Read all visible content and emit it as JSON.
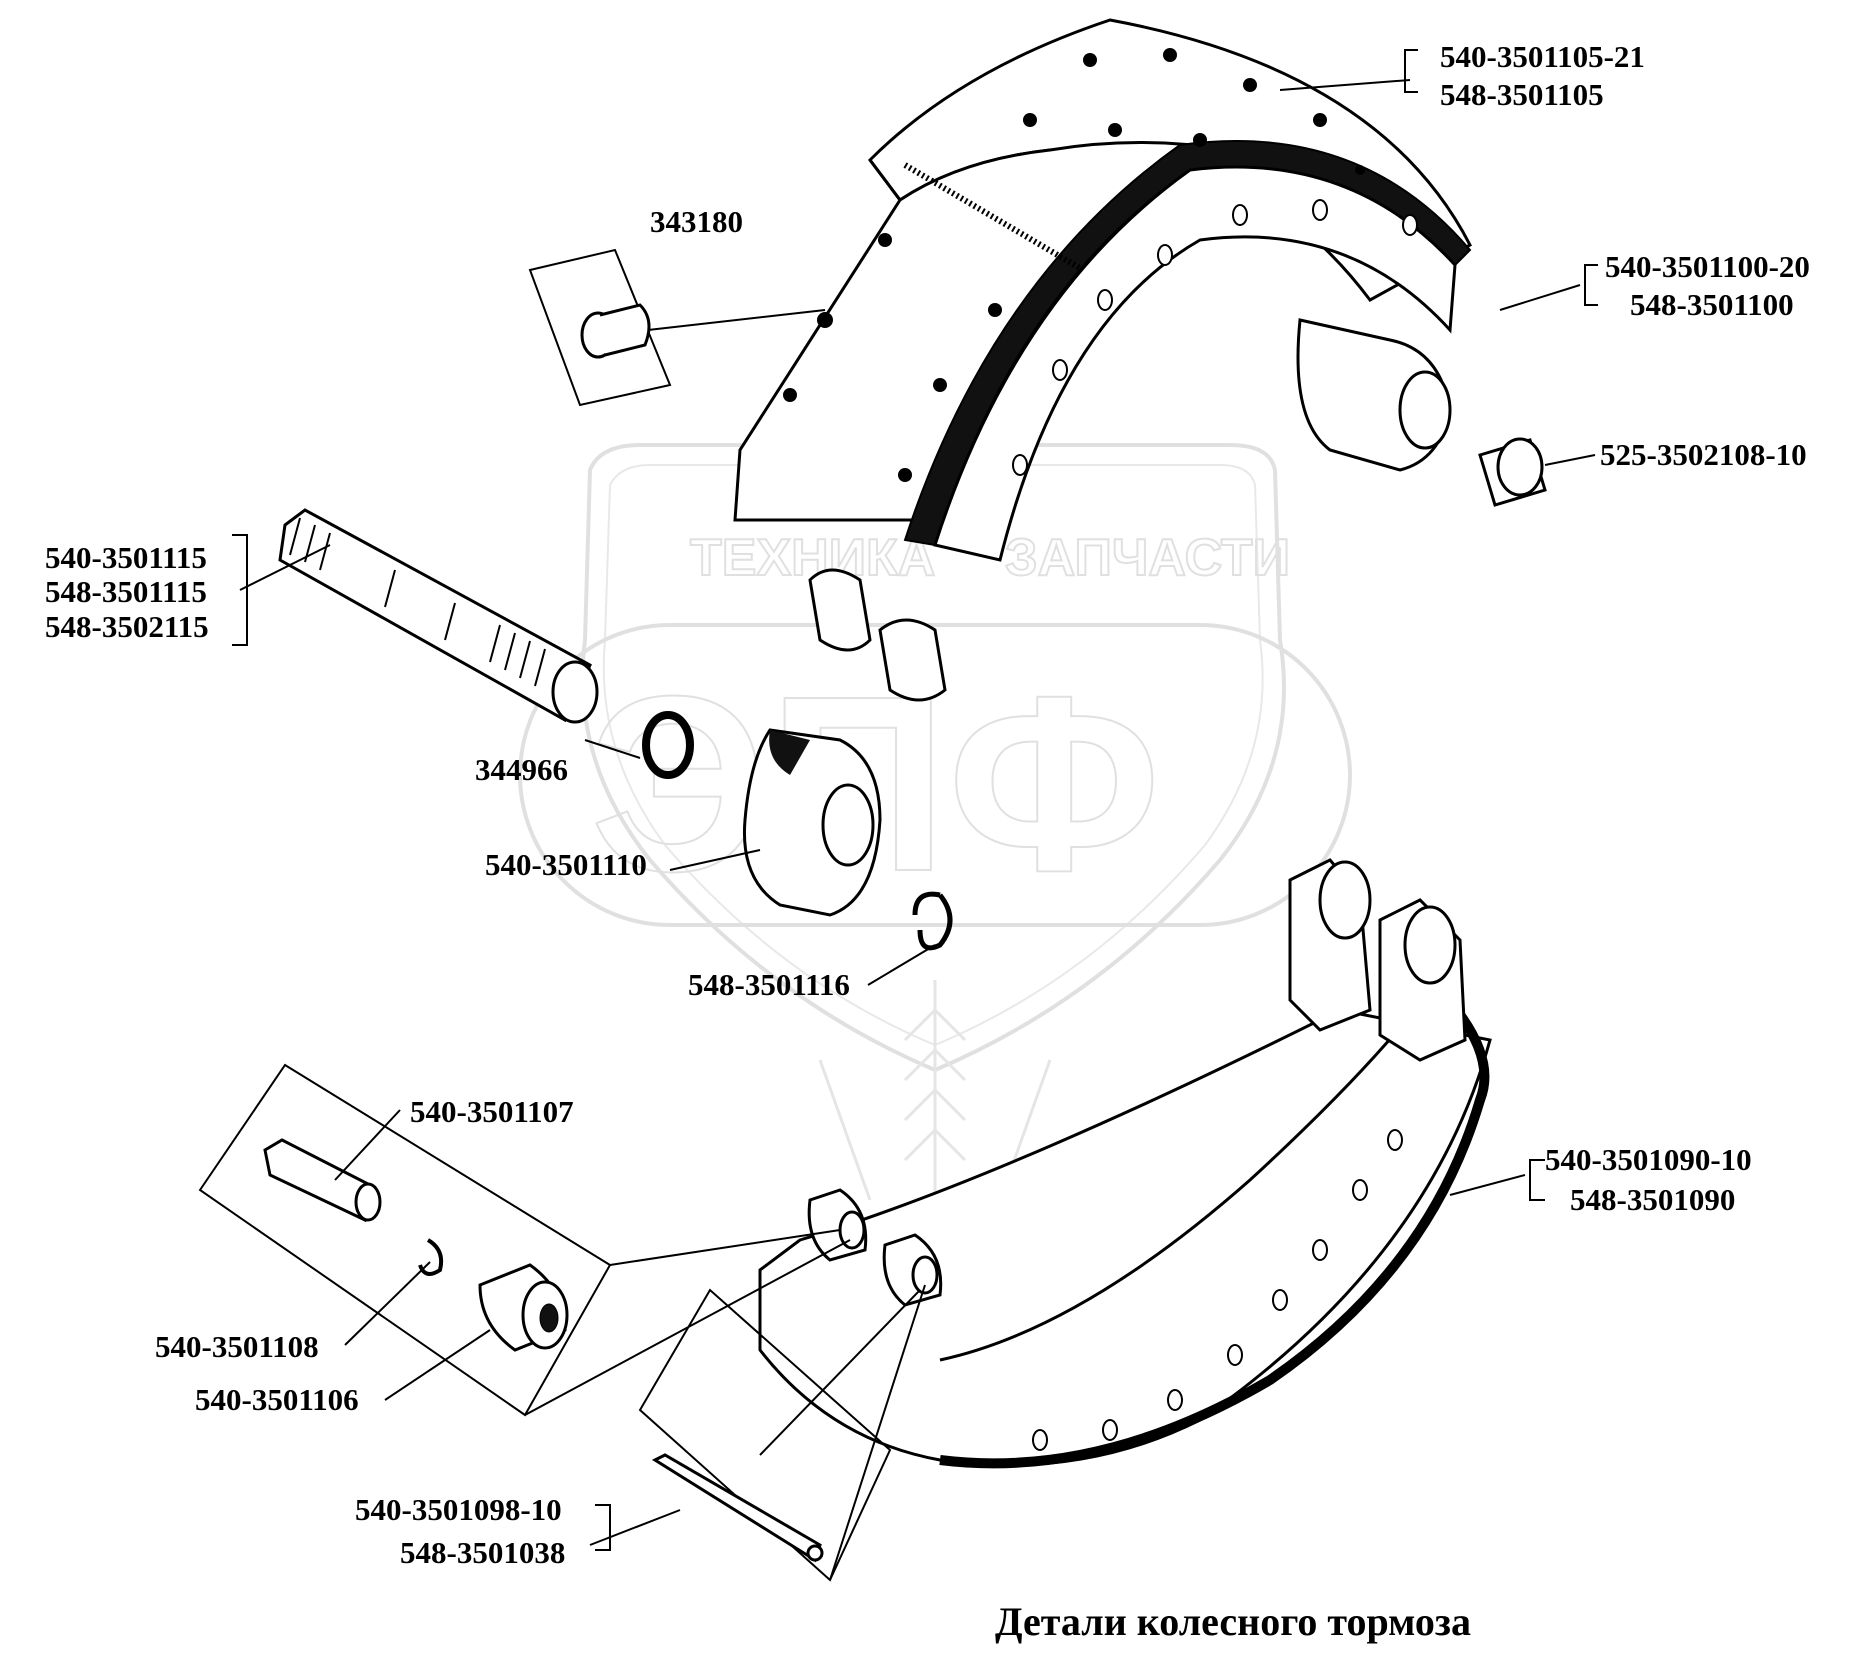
{
  "title": "Детали колесного тормоза",
  "watermark": {
    "line1_left": "ТЕХНИКА",
    "line1_right": "ЗАПЧАСТИ",
    "logo": "ЭПФ"
  },
  "callouts": {
    "lining_a": "540-3501105-21",
    "lining_b": "548-3501105",
    "rivet": "343180",
    "shoe_upper_a": "540-3501100-20",
    "shoe_upper_b": "548-3501100",
    "bushing_upper": "525-3502108-10",
    "shaft_a": "540-3501115",
    "shaft_b": "548-3501115",
    "shaft_c": "548-3502115",
    "washer": "344966",
    "cam": "540-3501110",
    "ring": "548-3501116",
    "axle": "540-3501107",
    "snap_ring": "540-3501108",
    "roller": "540-3501106",
    "shoe_lower_a": "540-3501090-10",
    "shoe_lower_b": "548-3501090",
    "pin_a": "540-3501098-10",
    "pin_b": "548-3501038"
  }
}
